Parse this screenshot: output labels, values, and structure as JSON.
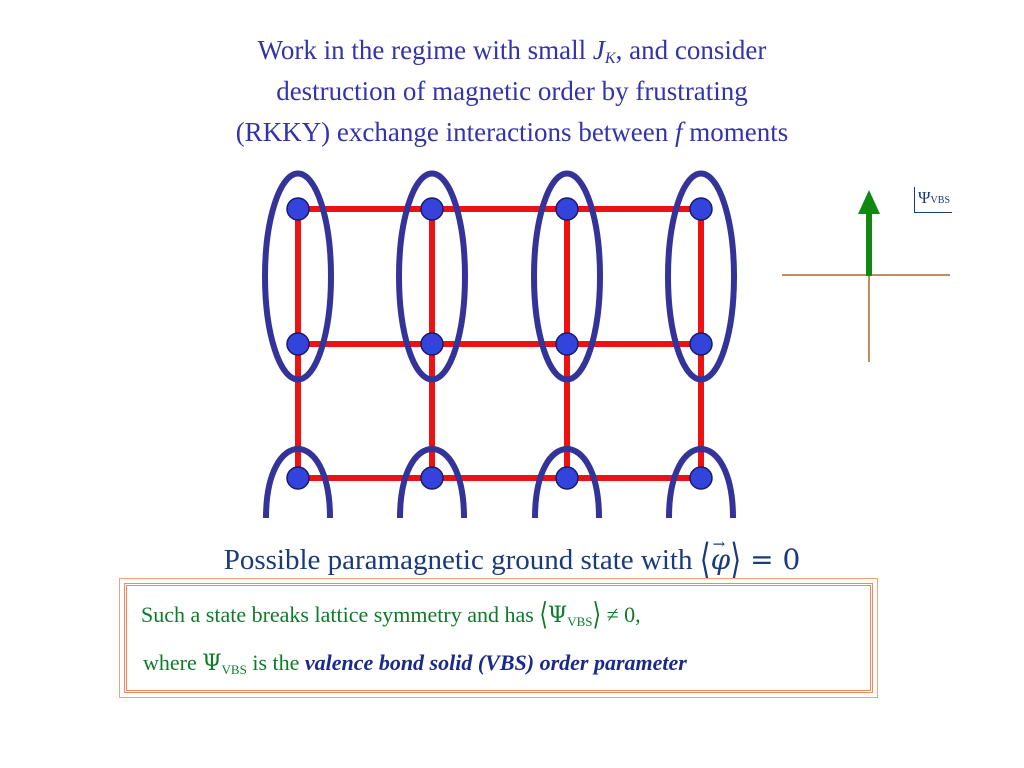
{
  "title": {
    "line1_pre": "Work in the regime with small ",
    "line1_var": "J",
    "line1_sub": "K",
    "line1_post": ", and consider",
    "line2": "destruction of magnetic order by frustrating",
    "line3_pre": "(RKKY) exchange interactions between ",
    "line3_var": "f",
    "line3_post": " moments"
  },
  "axis_label": {
    "symbol": "Ψ",
    "sub": "VBS"
  },
  "paramagnetic": {
    "text": "Possible paramagnetic ground state with ",
    "math_lb": "⟨",
    "math_var": "φ",
    "math_vec": "→",
    "math_rb": "⟩",
    "math_rhs": " = 0"
  },
  "box": {
    "line1_text": "Such a state breaks lattice symmetry and has ",
    "line1_lb": "⟨",
    "line1_sym": "Ψ",
    "line1_sub": "VBS",
    "line1_rb": "⟩",
    "line1_rhs": " ≠ 0,",
    "line2_pre": "where ",
    "line2_sym": "Ψ",
    "line2_sub": "VBS",
    "line2_mid": "  is the ",
    "line2_emph": "valence bond solid (VBS) order  parameter"
  },
  "colors": {
    "bond": "#ee1111",
    "site": "#3344dd",
    "dimer": "#333399",
    "arrow": "#118811",
    "axis": "#aa6633",
    "title": "#3333aa",
    "box_text": "#0f7a2a",
    "box_border": "#f08a5d"
  },
  "lattice": {
    "columns": 4,
    "rows": 3
  }
}
